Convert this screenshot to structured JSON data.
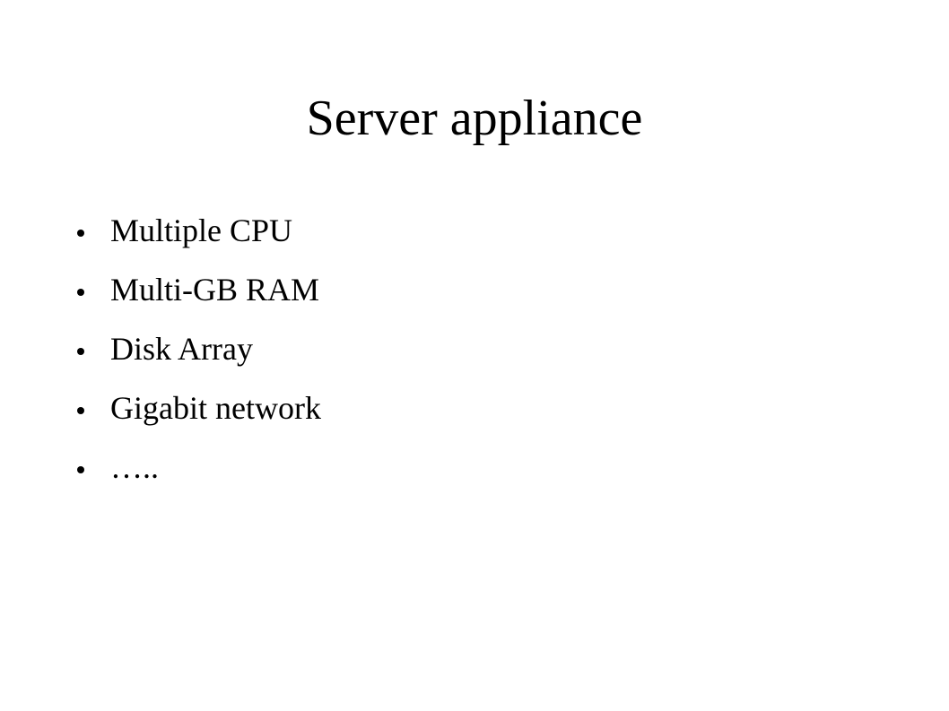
{
  "slide": {
    "title": "Server appliance",
    "bullets": [
      {
        "text": "Multiple CPU",
        "icon": "bullet-dot-icon"
      },
      {
        "text": "Multi-GB RAM",
        "icon": "bullet-dot-icon"
      },
      {
        "text": "Disk Array",
        "icon": "bullet-dot-icon"
      },
      {
        "text": "Gigabit network",
        "icon": "bullet-dot-icon"
      },
      {
        "text": "…..",
        "icon": "bullet-dot-icon"
      }
    ]
  },
  "colors": {
    "background": "#ffffff",
    "text": "#000000"
  }
}
